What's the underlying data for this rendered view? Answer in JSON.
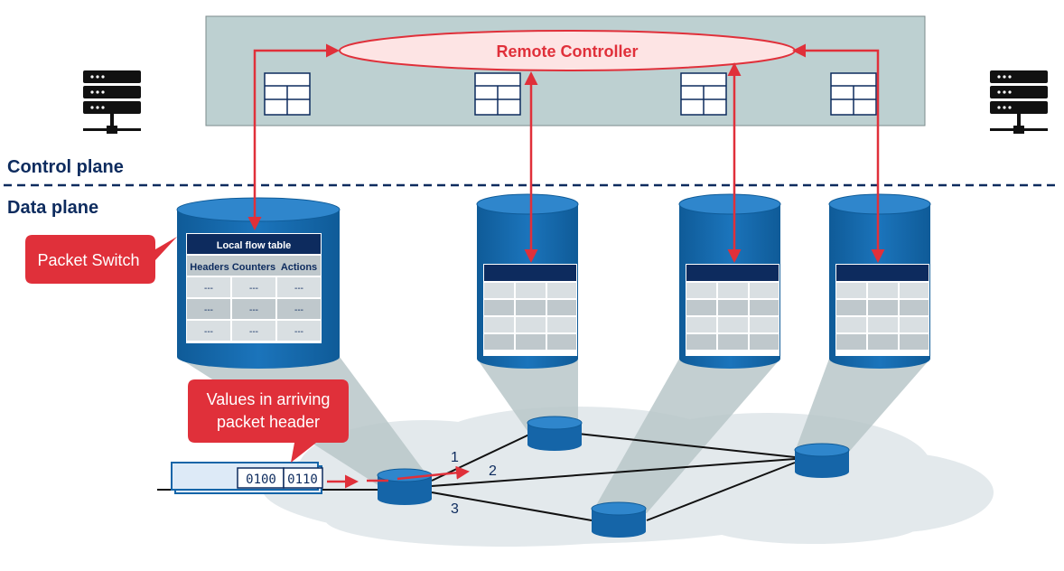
{
  "controller": {
    "label": "Remote Controller"
  },
  "planes": {
    "control": "Control plane",
    "data": "Data plane"
  },
  "callouts": {
    "packet_switch": "Packet Switch",
    "header_line1": "Values in arriving",
    "header_line2": "packet header"
  },
  "flow_table": {
    "title": "Local flow table",
    "columns": [
      "Headers",
      "Counters",
      "Actions"
    ],
    "rows": [
      [
        "---",
        "---",
        "---"
      ],
      [
        "---",
        "---",
        "---"
      ],
      [
        "---",
        "---",
        "---"
      ]
    ]
  },
  "packet": {
    "fields": [
      "0100",
      "0110"
    ]
  },
  "ports": [
    "1",
    "2",
    "3"
  ],
  "colors": {
    "accent_red": "#e0303a",
    "navy": "#0d2b5e",
    "switch_blue": "#1565a8",
    "controller_fill": "#fde4e4",
    "control_band": "#bdd0d1",
    "cloud": "#e3e9ec"
  }
}
